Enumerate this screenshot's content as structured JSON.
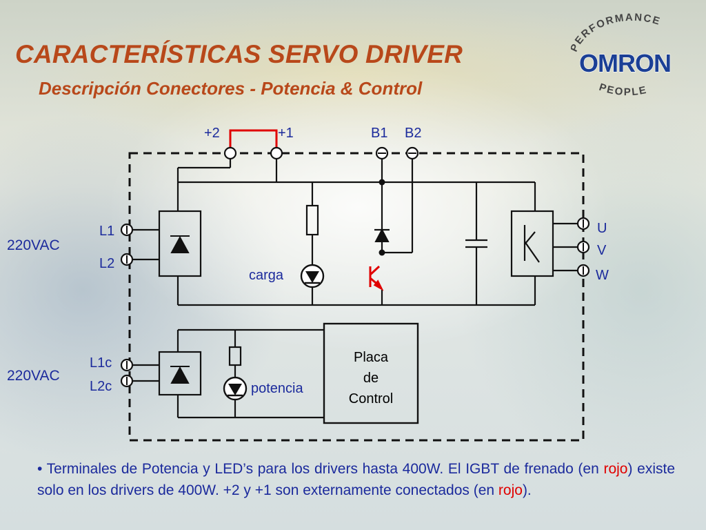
{
  "title": "CARACTERÍSTICAS SERVO DRIVER",
  "subtitle": "Descripción Conectores - Potencia & Control",
  "logo": {
    "top_text": "PERFORMANCE",
    "brand": "OMRON",
    "bottom_text": "PEOPLE",
    "brand_color": "#1b3f95"
  },
  "diagram": {
    "terminals_top": {
      "plus2": "+2",
      "plus1": "+1",
      "b1": "B1",
      "b2": "B2"
    },
    "power_input": {
      "voltage": "220VAC",
      "l1": "L1",
      "l2": "L2"
    },
    "control_input": {
      "voltage": "220VAC",
      "l1c": "L1c",
      "l2c": "L2c"
    },
    "outputs": {
      "u": "U",
      "v": "V",
      "w": "W"
    },
    "carga_label": "carga",
    "potencia_label": "potencia",
    "control_board": {
      "line1": "Placa",
      "line2": "de",
      "line3": "Control"
    },
    "highlight_color": "#e00000",
    "wire_color": "#111111"
  },
  "note": {
    "bullet": "•",
    "part1": " Terminales de Potencia y LED’s para los drivers hasta 400W. El IGBT de frenado (en ",
    "red1": "rojo",
    "part2": ") existe solo en los drivers de 400W. +2 y +1 son externamente conectados (en ",
    "red2": "rojo",
    "part3": ")."
  }
}
